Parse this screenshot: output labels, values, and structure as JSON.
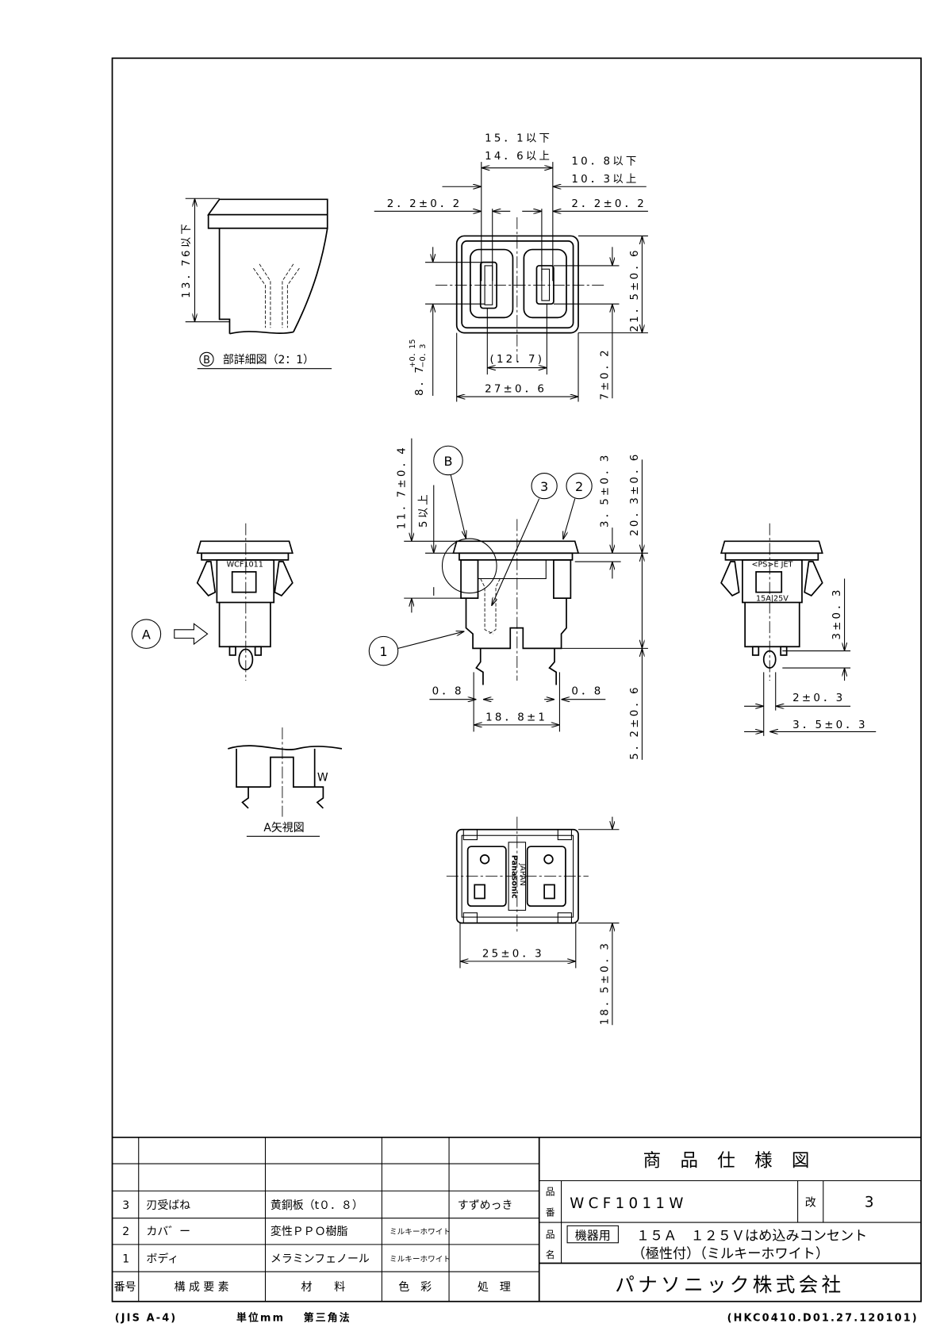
{
  "detail_b": {
    "height_dim": "13．76以下",
    "label_letter": "B",
    "title": "部詳細図（2：1）"
  },
  "top_view": {
    "dim_outer_max": "15．1以下",
    "dim_outer_min": "14．6以上",
    "dim_inner_max": "10．8以下",
    "dim_inner_min": "10．3以上",
    "dim_blade_left": "2．2±0．2",
    "dim_blade_right": "2．2±0．2",
    "dim_slot_height": "8．7",
    "dim_slot_tol_plus": "+0．15",
    "dim_slot_tol_minus": "−0．3",
    "dim_height": "21．5±0．6",
    "dim_center": "7±0．2",
    "dim_pitch": "(12．7)",
    "dim_width": "27±0．6"
  },
  "front_view": {
    "dim_total": "11．7±0．4",
    "dim_min": "5以上",
    "dim_flange": "3．5±0．3",
    "dim_body": "20．3±0．6",
    "dim_terminal": "5．2±0．6",
    "dim_left_thickness": "0．8",
    "dim_right_thickness": "0．8",
    "dim_terminal_span": "18．8±1",
    "callouts": [
      "B",
      "3",
      "2",
      "1"
    ]
  },
  "left_view": {
    "marking": "WCF1011",
    "arrow_label": "A"
  },
  "right_view": {
    "marking_top": "<PS>E JET",
    "marking_bottom": "15A|25V",
    "dim_pin_height": "3±0．3",
    "dim_pin_width": "2±0．3",
    "dim_pin_offset": "3．5±0．3"
  },
  "view_a": {
    "title": "A矢視図",
    "mark": "W"
  },
  "bottom_view": {
    "brand": "Panasonic",
    "origin": "JAPAN",
    "dim_width": "25±0．3",
    "dim_depth": "18．5±0．3"
  },
  "title_block": {
    "parts": [
      {
        "no": "3",
        "name": "刃受ばね",
        "material": "黄銅板（t０．８）",
        "color": "",
        "finish": "すずめっき"
      },
      {
        "no": "2",
        "name": "カバ゛ー",
        "material": "変性ＰＰＯ樹脂",
        "color": "ミルキーホワイト",
        "finish": ""
      },
      {
        "no": "1",
        "name": "ボディ",
        "material": "メラミンフェノール",
        "color": "ミルキーホワイト",
        "finish": ""
      }
    ],
    "headers": {
      "no": "番号",
      "name": "構 成 要 素",
      "material": "材　　料",
      "color": "色　彩",
      "finish": "処　理"
    },
    "drawing_title": "商 品 仕 様 図",
    "part_no_label_1": "品",
    "part_no_label_2": "番",
    "part_no": "WCF1011W",
    "rev_label": "改",
    "rev": "3",
    "name_label_1": "品",
    "name_label_2": "名",
    "category": "機器用",
    "product_name_1": "１５Ａ　１２５Ｖはめ込みコンセント",
    "product_name_2": "（極性付）（ミルキーホワイト）",
    "company": "パナソニック株式会社"
  },
  "footer": {
    "paper": "(JIS A-4)",
    "unit": "単位mm",
    "projection": "第三角法",
    "doc_code": "(HKC0410.D01.27.120101)"
  }
}
